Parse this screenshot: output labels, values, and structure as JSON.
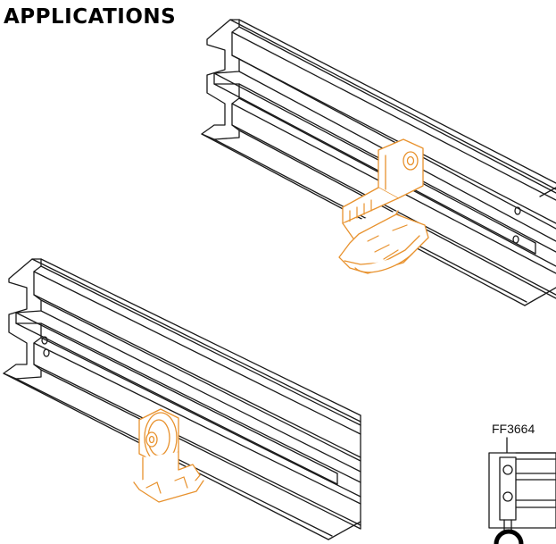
{
  "page": {
    "title": "APPLICATIONS"
  },
  "callout": {
    "part_number": "FF3664"
  },
  "colors": {
    "line_art": "#1a1a1a",
    "hardware_highlight": "#e8922e",
    "background": "#ffffff"
  },
  "illustrations": [
    {
      "name": "upper-application",
      "depicts": "track-rail-with-trolley-and-mounting-bracket"
    },
    {
      "name": "lower-application",
      "depicts": "track-rail-with-trolley-and-mounting-bracket"
    },
    {
      "name": "detail-inset",
      "depicts": "bracket-with-two-bolts-and-ring"
    }
  ]
}
